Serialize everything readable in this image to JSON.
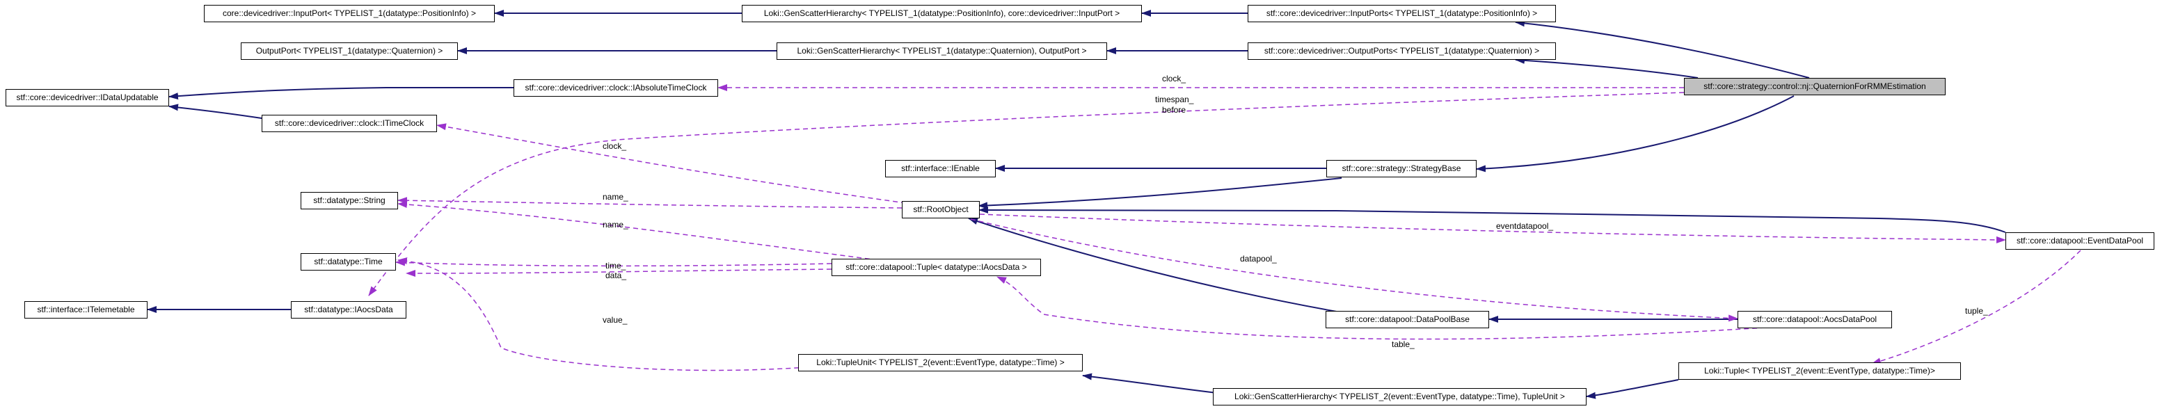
{
  "colors": {
    "inheritance_edge": "#191970",
    "usage_edge": "#9a32cd",
    "focus_node_fill": "#bfbfbf",
    "node_fill": "#ffffff"
  },
  "nodes": {
    "input_port": "core::devicedriver::InputPort< TYPELIST_1(datatype::PositionInfo) >",
    "gsh_position": "Loki::GenScatterHierarchy< TYPELIST_1(datatype::PositionInfo), core::devicedriver::InputPort >",
    "input_ports": "stf::core::devicedriver::InputPorts< TYPELIST_1(datatype::PositionInfo) >",
    "output_port": "OutputPort< TYPELIST_1(datatype::Quaternion) >",
    "gsh_quaternion": "Loki::GenScatterHierarchy< TYPELIST_1(datatype::Quaternion), OutputPort >",
    "output_ports": "stf::core::devicedriver::OutputPorts< TYPELIST_1(datatype::Quaternion) >",
    "idata_updatable": "stf::core::devicedriver::IDataUpdatable",
    "iabsolute_time_clock": "stf::core::devicedriver::clock::IAbsoluteTimeClock",
    "quaternion_rmm": "stf::core::strategy::control::nj::QuaternionForRMMEstimation",
    "itime_clock": "stf::core::devicedriver::clock::ITimeClock",
    "ienable": "stf::interface::IEnable",
    "strategy_base": "stf::core::strategy::StrategyBase",
    "string": "stf::datatype::String",
    "root_object": "stf::RootObject",
    "event_data_pool": "stf::core::datapool::EventDataPool",
    "time": "stf::datatype::Time",
    "itelemetable": "stf::interface::ITelemetable",
    "iaocs_data": "stf::datatype::IAocsData",
    "tuple_iaocs": "stf::core::datapool::Tuple< datatype::IAocsData >",
    "data_pool_base": "stf::core::datapool::DataPoolBase",
    "aocs_data_pool": "stf::core::datapool::AocsDataPool",
    "tuple_unit": "Loki::TupleUnit< TYPELIST_2(event::EventType, datatype::Time) >",
    "loki_tuple": "Loki::Tuple< TYPELIST_2(event::EventType, datatype::Time)>",
    "gsh_event": "Loki::GenScatterHierarchy< TYPELIST_2(event::EventType, datatype::Time), TupleUnit >"
  },
  "edge_labels": {
    "clock_top": "clock_",
    "timespan": "timespan_",
    "before": "before",
    "clock_itime": "clock_",
    "name_root": "name_",
    "eventdatapool": "eventdatapool_",
    "name_tuple": "name_",
    "datapool": "datapool_",
    "time_tuple": "time_",
    "data_tuple": "data_",
    "value": "value_",
    "table": "table_",
    "tuple": "tuple_"
  }
}
